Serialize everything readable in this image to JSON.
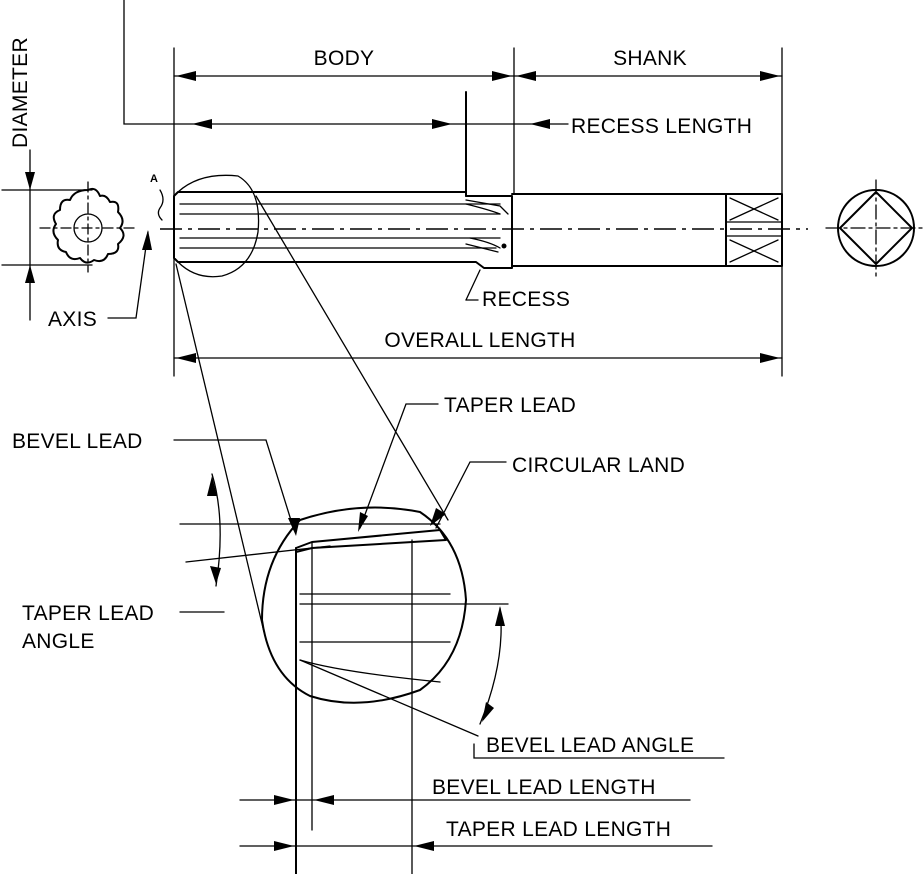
{
  "labels": {
    "diameter": "DIAMETER",
    "body": "BODY",
    "shank": "SHANK",
    "recess_length": "RECESS LENGTH",
    "point_a": "A",
    "axis": "AXIS",
    "recess": "RECESS",
    "overall_length": "OVERALL LENGTH",
    "taper_lead": "TAPER LEAD",
    "bevel_lead": "BEVEL LEAD",
    "circular_land": "CIRCULAR LAND",
    "taper_lead_angle_line1": "TAPER LEAD",
    "taper_lead_angle_line2": "ANGLE",
    "bevel_lead_angle": "BEVEL LEAD ANGLE",
    "bevel_lead_length": "BEVEL LEAD LENGTH",
    "taper_lead_length": "TAPER LEAD LENGTH"
  }
}
